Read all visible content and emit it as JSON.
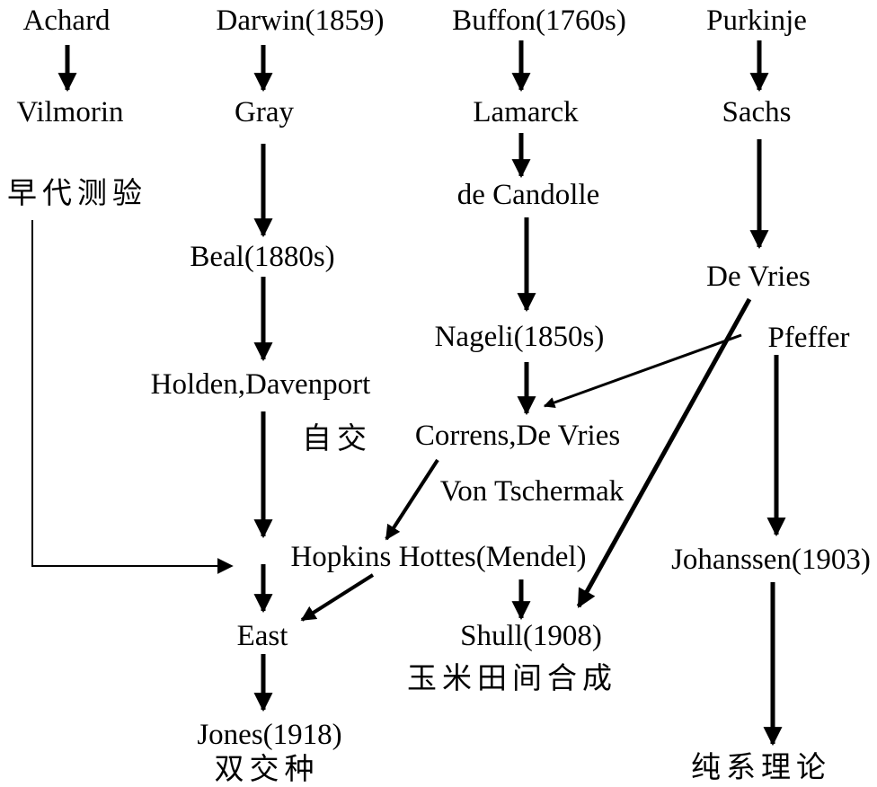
{
  "nodes": {
    "achard": "Achard",
    "darwin": "Darwin(1859)",
    "buffon": "Buffon(1760s)",
    "purkinje": "Purkinje",
    "vilmorin": "Vilmorin",
    "gray": "Gray",
    "lamarck": "Lamarck",
    "sachs": "Sachs",
    "early_test": "早代测验",
    "de_candolle": "de Candolle",
    "beal": "Beal(1880s)",
    "de_vries": "De Vries",
    "nageli": "Nageli(1850s)",
    "pfeffer": "Pfeffer",
    "holden_davenport": "Holden,Davenport",
    "selfing": "自交",
    "correns_de_vries": "Correns,De Vries",
    "von_tschermak": "Von Tschermak",
    "hopkins_hottes": "Hopkins Hottes(Mendel)",
    "johanssen": "Johanssen(1903)",
    "east": "East",
    "shull": "Shull(1908)",
    "maize_synthesis": "玉米田间合成",
    "jones": "Jones(1918)",
    "double_cross": "双交种",
    "pure_line_theory": "纯系理论"
  },
  "colors": {
    "ink": "#000000",
    "background": "#ffffff"
  }
}
